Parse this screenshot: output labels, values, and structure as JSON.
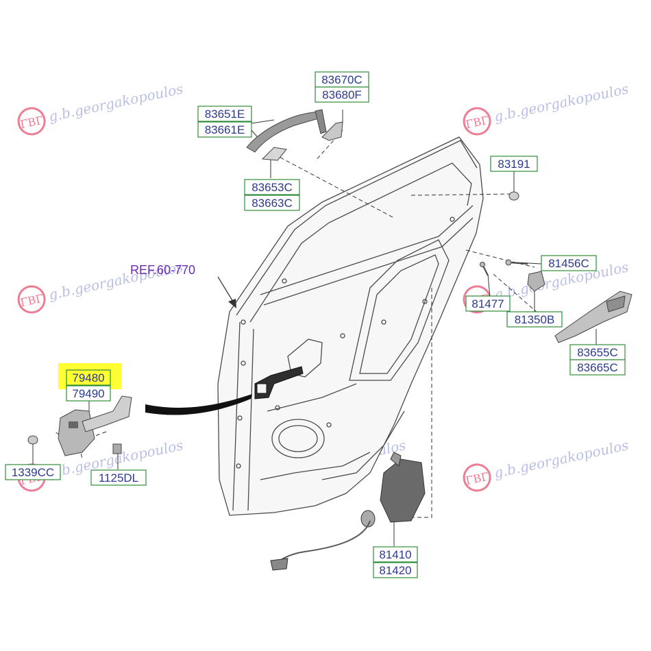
{
  "reference": {
    "text": "REF.60-770"
  },
  "highlight_color": "#ffff33",
  "label_border_color": "#2e8b3a",
  "label_text_color": "#2c3a8c",
  "watermark": {
    "text": "g.b.georgakopoulos",
    "logo_text": "ΓΒΓ",
    "logo_color": "#e0264d",
    "text_color": "#b9bfe6"
  },
  "parts": [
    {
      "id": "p1",
      "number": "83670C",
      "group": "handle-outer"
    },
    {
      "id": "p2",
      "number": "83680F",
      "group": "handle-outer"
    },
    {
      "id": "p3",
      "number": "83651E",
      "group": "handle-cover"
    },
    {
      "id": "p4",
      "number": "83661E",
      "group": "handle-cover"
    },
    {
      "id": "p5",
      "number": "83653C",
      "group": "handle-gasket"
    },
    {
      "id": "p6",
      "number": "83663C",
      "group": "handle-gasket"
    },
    {
      "id": "p7",
      "number": "83191",
      "group": "plug"
    },
    {
      "id": "p8",
      "number": "81456C",
      "group": "bolt"
    },
    {
      "id": "p9",
      "number": "81477",
      "group": "screw"
    },
    {
      "id": "p10",
      "number": "81350B",
      "group": "bracket"
    },
    {
      "id": "p11",
      "number": "83655C",
      "group": "handle-inner"
    },
    {
      "id": "p12",
      "number": "83665C",
      "group": "handle-inner"
    },
    {
      "id": "p13",
      "number": "79480",
      "group": "checker",
      "highlighted": true
    },
    {
      "id": "p14",
      "number": "79490",
      "group": "checker"
    },
    {
      "id": "p15",
      "number": "1339CC",
      "group": "checker-bolt"
    },
    {
      "id": "p16",
      "number": "1125DL",
      "group": "checker-bolt"
    },
    {
      "id": "p17",
      "number": "81410",
      "group": "latch"
    },
    {
      "id": "p18",
      "number": "81420",
      "group": "latch"
    }
  ]
}
